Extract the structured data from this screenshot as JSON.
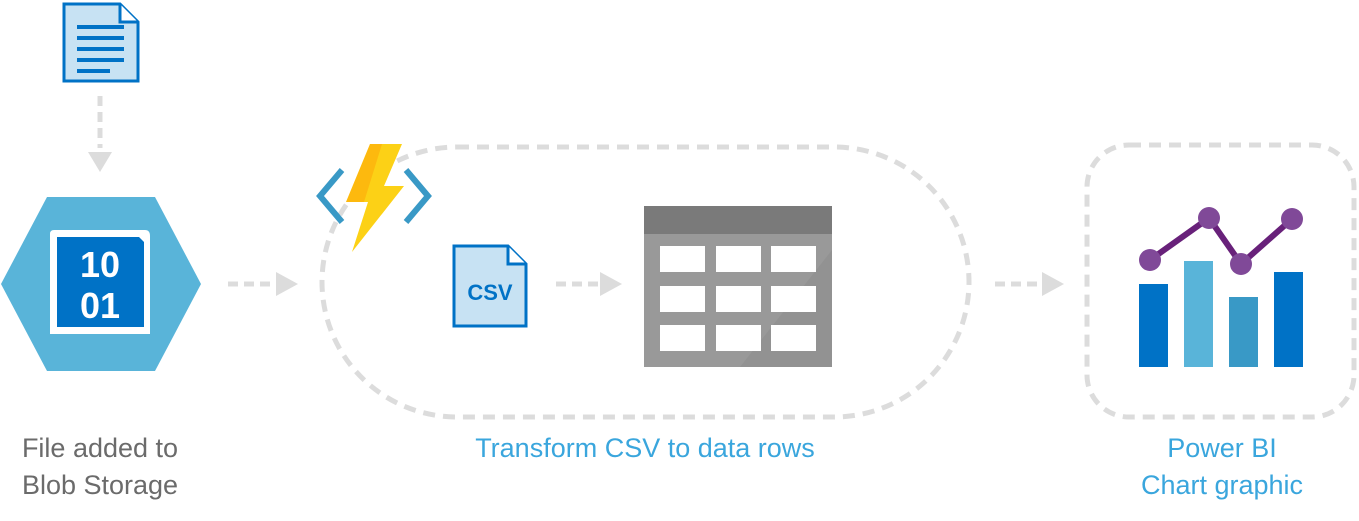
{
  "captions": {
    "blob": {
      "line1": "File added to",
      "line2": "Blob Storage"
    },
    "transform": {
      "line1": "Transform CSV to data rows"
    },
    "powerbi": {
      "line1": "Power BI",
      "line2": "Chart graphic"
    }
  },
  "icons": {
    "blob_badge_top": "10",
    "blob_badge_bottom": "01",
    "csv_label": "CSV"
  },
  "colors": {
    "azure_blue": "#0072c6",
    "light_blue": "#59b4d9",
    "mid_blue": "#3999c6",
    "purple": "#68217a",
    "purple_dot": "#804998",
    "bolt_yellow": "#fcd116",
    "bolt_orange": "#ff8c00",
    "table_gray": "#999999",
    "dashed_gray": "#dcdcdc",
    "caption_gray": "#6b6b6b",
    "caption_blue": "#3aa6dd"
  }
}
